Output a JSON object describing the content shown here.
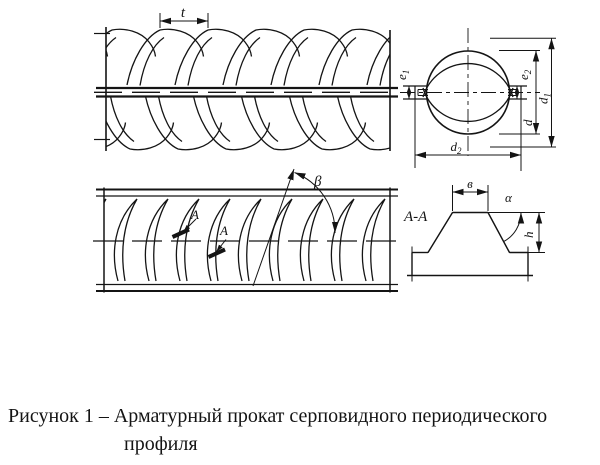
{
  "caption": {
    "line1": "Рисунок 1 – Арматурный прокат серповидного периодического",
    "line2": "профиля"
  },
  "labels": {
    "t": "t",
    "beta": "β",
    "alpha": "α",
    "h": "h",
    "b": "в",
    "section_mark": "А",
    "section_view": "А-А",
    "e_base": "e",
    "d_base": "d",
    "sub_1": "1",
    "sub_2": "2"
  },
  "colors": {
    "ink": "#141414",
    "paper": "#ffffff"
  }
}
